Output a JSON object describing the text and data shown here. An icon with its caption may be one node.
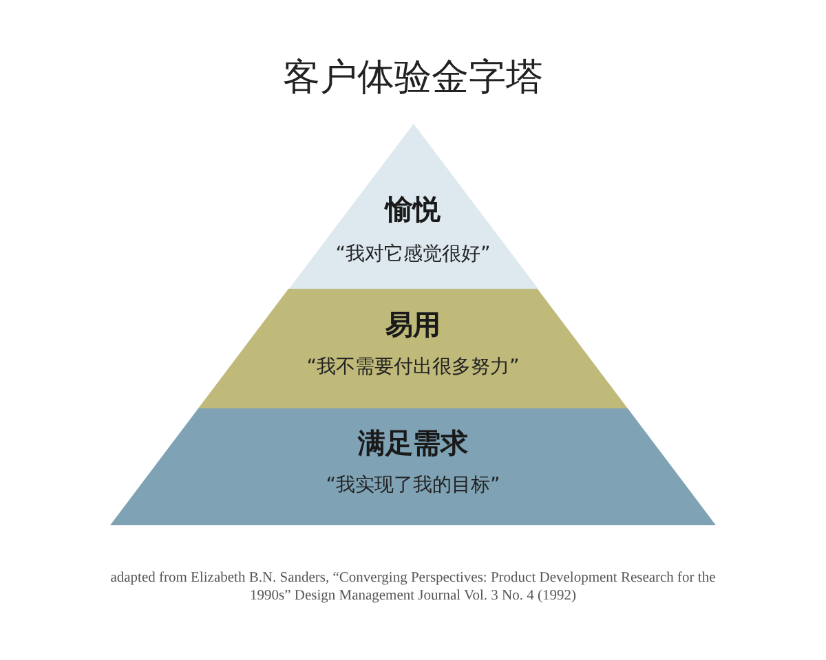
{
  "diagram": {
    "title": "客户体验金字塔",
    "caption": "adapted from Elizabeth B.N. Sanders, “Converging Perspectives: Product Development Research for the 1990s” Design Management Journal Vol. 3 No. 4 (1992)",
    "nodes": [
      {
        "text": [
          "愉悦",
          "“我对它感觉很好”"
        ]
      },
      {
        "text": [
          "易用",
          "“我不需要付出很多努力”"
        ]
      },
      {
        "text": [
          "满足需求",
          "“我实现了我的目标”"
        ]
      }
    ]
  }
}
